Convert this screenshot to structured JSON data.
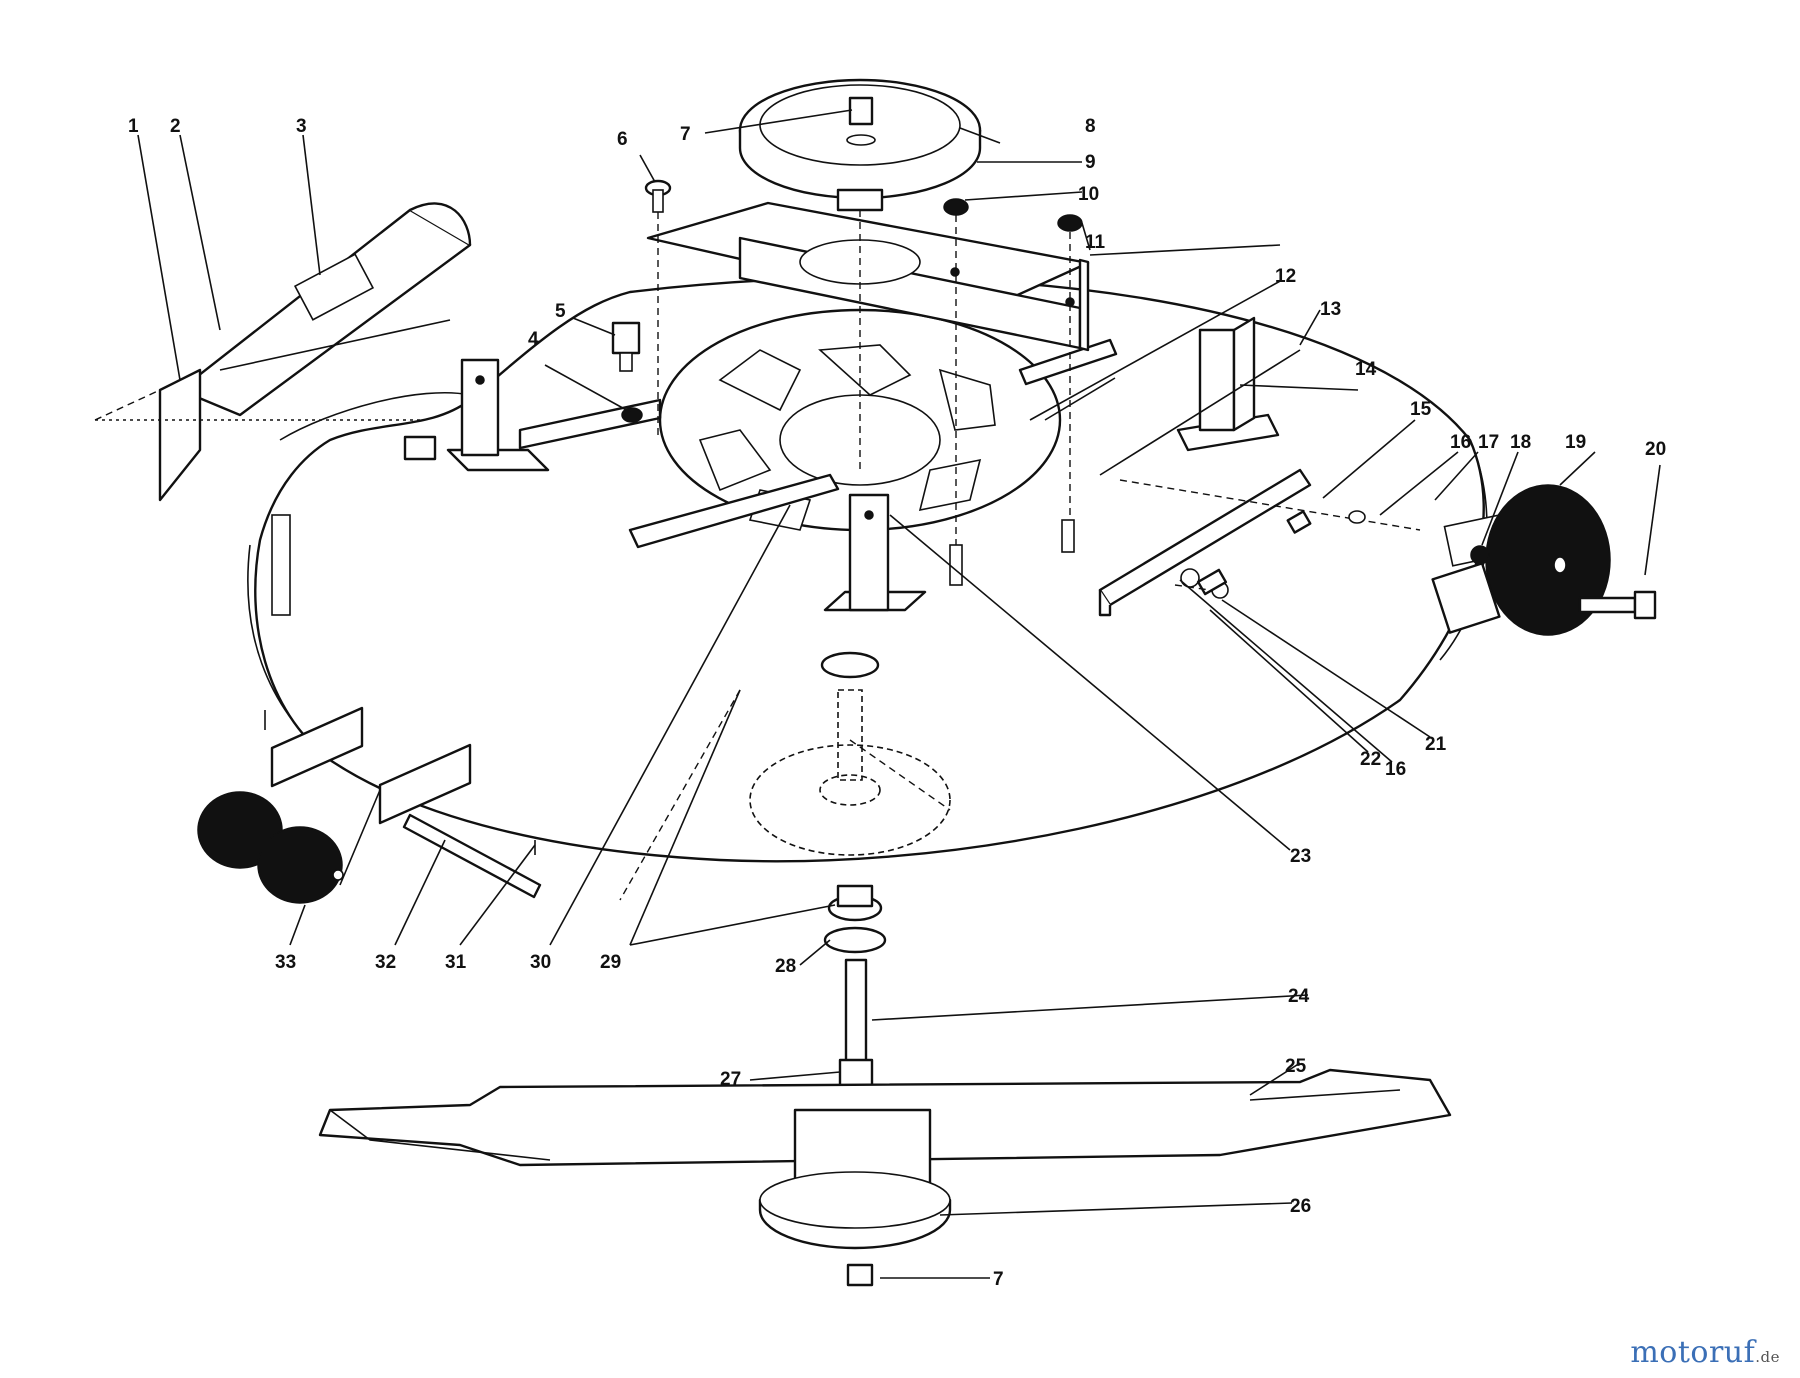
{
  "callouts": [
    "1",
    "2",
    "3",
    "4",
    "5",
    "6",
    "7",
    "8",
    "9",
    "10",
    "11",
    "12",
    "13",
    "14",
    "15",
    "16",
    "17",
    "18",
    "19",
    "20",
    "21",
    "16",
    "22",
    "23",
    "24",
    "25",
    "26",
    "7",
    "27",
    "28",
    "29",
    "30",
    "31",
    "32",
    "33"
  ],
  "watermark": {
    "brand": "motoruf",
    "tld": ".de"
  },
  "colors": {
    "ink": "#111111",
    "paper": "#ffffff",
    "watermark_blue": "#3b6fb6",
    "watermark_orange": "#e07a20"
  }
}
